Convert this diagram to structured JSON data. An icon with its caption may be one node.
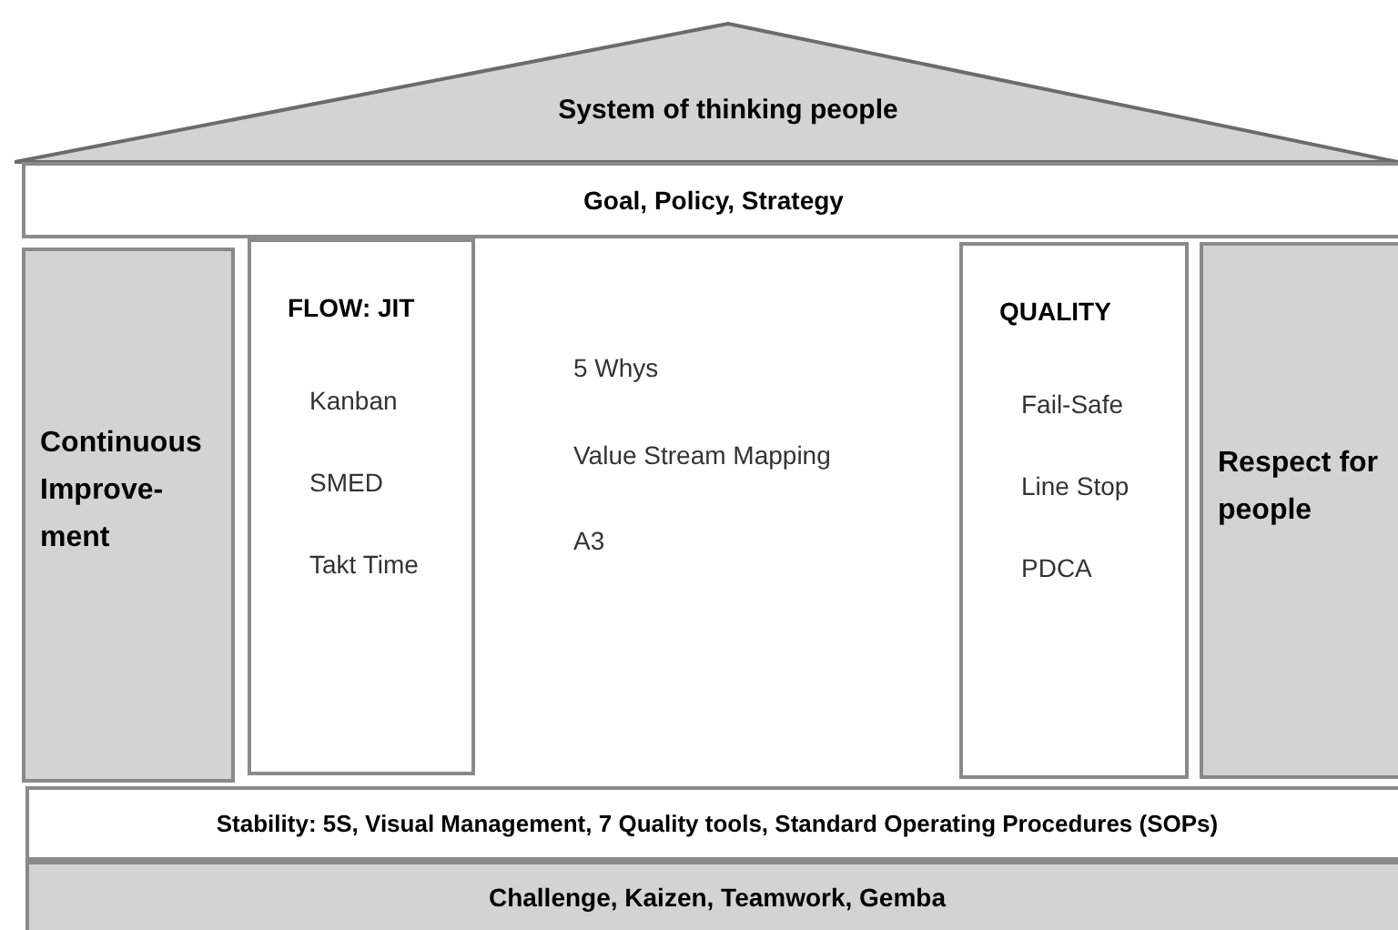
{
  "diagram": {
    "nodes": [
      {
        "text": [
          "System of thinking people"
        ]
      },
      {
        "text": [
          "Goal, Policy, Strategy"
        ]
      },
      {
        "text": [
          "Continuous Improve-ment"
        ]
      },
      {
        "text": [
          "FLOW: JIT",
          "Kanban",
          "SMED",
          "Takt Time"
        ]
      },
      {
        "text": [
          "QUALITY",
          "Fail-Safe",
          "Line Stop",
          "PDCA"
        ]
      },
      {
        "text": [
          "Respect for people"
        ]
      },
      {
        "text": [
          "Stability: 5S, Visual Management, 7 Quality tools, Standard Operating Procedures (SOPs)"
        ]
      },
      {
        "text": [
          "Challenge, Kaizen, Teamwork, Gemba"
        ]
      }
    ],
    "labels": [
      "5 Whys",
      "Value Stream Mapping",
      "A3"
    ]
  }
}
